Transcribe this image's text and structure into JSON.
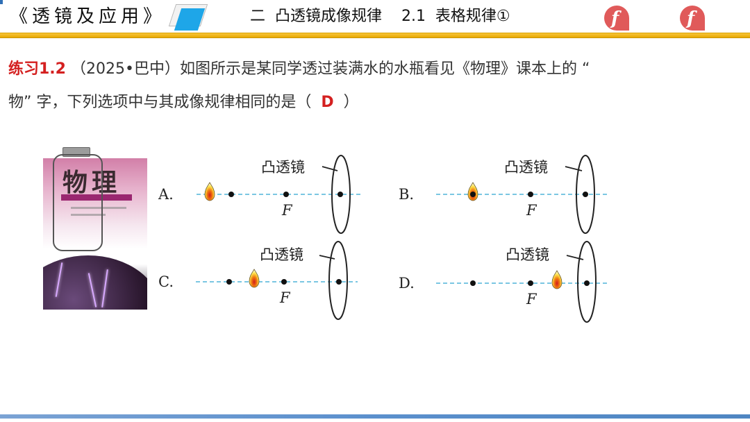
{
  "header": {
    "course_title": "《透镜及应用》",
    "section_title": "二  凸透镜成像规律    2.1  表格规律①",
    "flash_icons": [
      {
        "name": "flash-player-icon",
        "glyph": "f"
      },
      {
        "name": "flash-player-icon",
        "glyph": "f"
      }
    ]
  },
  "question": {
    "label": "练习1.2",
    "line1": " （2025•巴中）如图所示是某同学透过装满水的水瓶看见《物理》课本上的 “",
    "line2": "物” 字，下列选项中与其成像规律相同的是（",
    "answer": "D",
    "close": "）"
  },
  "book": {
    "title": "物理"
  },
  "options": [
    {
      "label": "A.",
      "lens_label": "凸透镜",
      "focal_label": "F",
      "flame_position": "beyond-2F"
    },
    {
      "label": "B.",
      "lens_label": "凸透镜",
      "focal_label": "F",
      "flame_position": "at-2F"
    },
    {
      "label": "C.",
      "lens_label": "凸透镜",
      "focal_label": "F",
      "flame_position": "between-F-and-2F"
    },
    {
      "label": "D.",
      "lens_label": "凸透镜",
      "focal_label": "F",
      "flame_position": "inside-F"
    }
  ],
  "colors": {
    "accent_red": "#d42020",
    "header_rule": "#f0b820",
    "footer_rule": "#5b90cd",
    "axis_dash": "#4fb3d9",
    "shape_blue": "#1ea6e8"
  }
}
